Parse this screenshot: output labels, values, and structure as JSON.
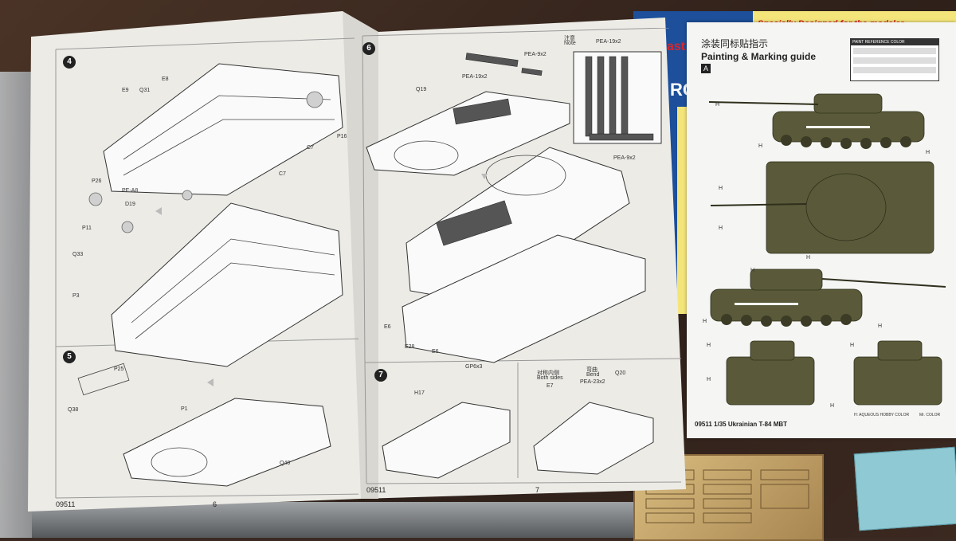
{
  "manual": {
    "left_page": {
      "steps": {
        "s4": "4",
        "s5": "5"
      },
      "labels": {
        "e9_a": "E9",
        "q31": "Q31",
        "e8": "E8",
        "p16": "P16",
        "c7_a": "C7",
        "c7_b": "C7",
        "p26": "P26",
        "pe_a8": "PE-A8",
        "d19": "D19",
        "p11": "P11",
        "q33": "Q33",
        "p3": "P3",
        "p25": "P25",
        "q38": "Q38",
        "p1": "P1",
        "q40": "Q40"
      },
      "footer_code": "09511",
      "page_number": "6"
    },
    "right_page": {
      "steps": {
        "s6": "6",
        "s7": "7"
      },
      "labels": {
        "note_cn": "注意",
        "note_en": "Note",
        "pea_19x2_a": "PEA-19x2",
        "pea_9x2_a": "PEA-9x2",
        "pea_19x2_b": "PEA-19x2",
        "q19": "Q19",
        "pea_9x2_b": "PEA-9x2",
        "e6_a": "E6",
        "e28": "E28",
        "e6_b": "E6",
        "gp6x3": "GP6x3",
        "h17": "H17",
        "both_sides_cn": "对称内侧",
        "both_sides_en": "Both sides",
        "e7": "E7",
        "bend_cn": "弯曲",
        "bend_en": "Bend",
        "pea_23x2": "PEA-23x2",
        "q20": "Q20"
      },
      "footer_code": "09511",
      "page_number": "7"
    }
  },
  "guide_sheet": {
    "title_cn": "涂装同标贴指示",
    "title_en": "Painting & Marking guide",
    "scheme_letter": "A",
    "paint_table_header": "PAINT REFERENCE COLOR",
    "footer_text": "09511 1/35  Ukrainian T-84 MBT",
    "brand_note": "H: AQUEOUS HOBBY COLOR",
    "brand_note_2": "Mr. COLOR",
    "callouts": [
      "H",
      "H",
      "H",
      "H",
      "H",
      "H",
      "H",
      "H",
      "H",
      "H",
      "H",
      "H",
      "H"
    ]
  },
  "box_art": {
    "banner_text": "Specially Designed for the modeler",
    "side_text_a": "ast",
    "side_text_b": "RG"
  },
  "colors": {
    "table_wood": "#3a2a22",
    "paper": "#f1f1ee",
    "tank_green": "#5a5a3a",
    "box_blue": "#2a5db0",
    "box_yellow": "#f4e57a",
    "box_red": "#d8262d",
    "pe_fret": "#c9a86a",
    "decal_blue": "#8ec9d4"
  }
}
